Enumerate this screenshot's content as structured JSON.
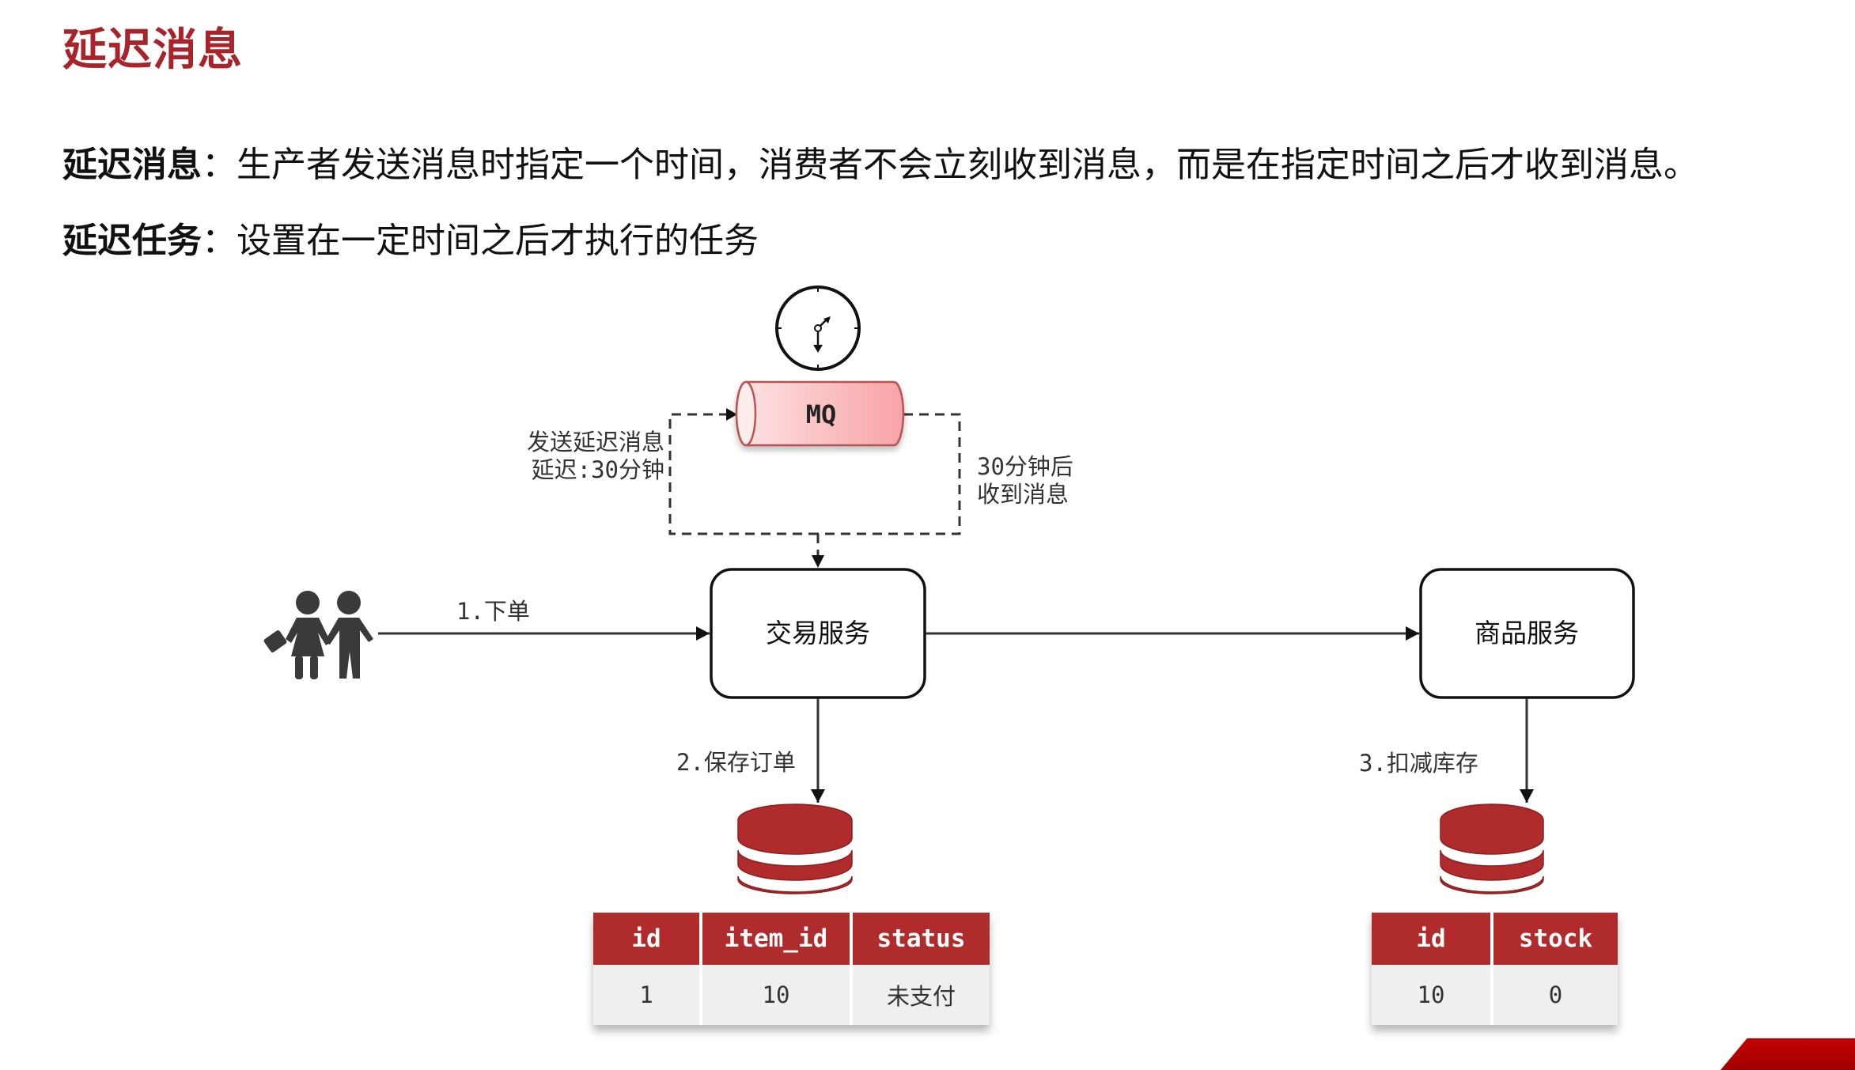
{
  "title": "延迟消息",
  "definitions": [
    {
      "term": "延迟消息",
      "separator": "：",
      "text": "生产者发送消息时指定一个时间，消费者不会立刻收到消息，而是在指定时间之后才收到消息。"
    },
    {
      "term": "延迟任务",
      "separator": "：",
      "text": "设置在一定时间之后才执行的任务"
    }
  ],
  "diagram": {
    "actor_icon": "people-icon",
    "clock_icon": "clock-icon",
    "database_icon": "database-icon",
    "mq_label": "MQ",
    "send_delay_label": [
      "发送延迟消息",
      "延迟:30分钟"
    ],
    "receive_label": [
      "30分钟后",
      "收到消息"
    ],
    "step1_label": "1.下单",
    "step2_label": "2.保存订单",
    "step3_label": "3.扣减库存",
    "trade_service": "交易服务",
    "item_service": "商品服务",
    "colors": {
      "title": "#a8242a",
      "table_header": "#b02b2c",
      "database": "#b02b2c",
      "mq_fill": "#f8a5a8",
      "mq_stroke": "#b85450"
    }
  },
  "order_table": {
    "columns": [
      "id",
      "item_id",
      "status"
    ],
    "rows": [
      [
        "1",
        "10",
        "未支付"
      ]
    ]
  },
  "stock_table": {
    "columns": [
      "id",
      "stock"
    ],
    "rows": [
      [
        "10",
        "0"
      ]
    ]
  }
}
